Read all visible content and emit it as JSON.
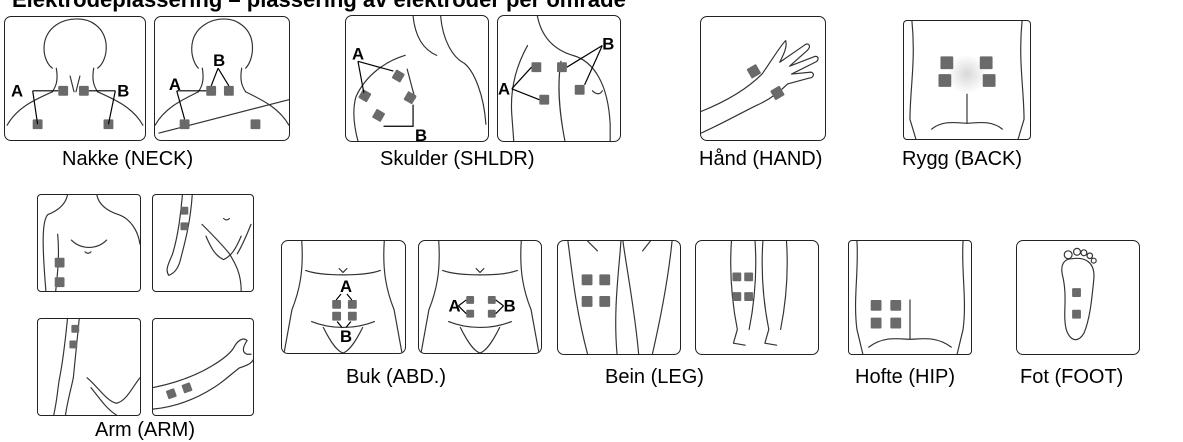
{
  "header_text": "Elektrodeplassering – plassering av elektroder per område",
  "pad_color": "#6a6a6a",
  "line_color": "#222222",
  "captions": {
    "neck": "Nakke (NECK)",
    "shoulder": "Skulder (SHLDR)",
    "hand": "Hånd (HAND)",
    "back": "Rygg (BACK)",
    "arm": "Arm (ARM)",
    "abd": "Buk (ABD.)",
    "leg": "Bein (LEG)",
    "hip": "Hofte (HIP)",
    "foot": "Fot (FOOT)"
  },
  "labels": {
    "a": "A",
    "b": "B"
  }
}
